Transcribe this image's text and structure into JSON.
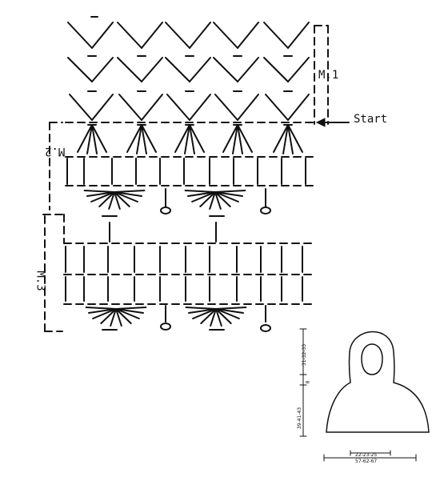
{
  "labels": {
    "m1": "M.1",
    "start": "Start",
    "m2": "M.2",
    "m3": "M.3"
  },
  "schematic": {
    "height_upper": "31-32-33",
    "height_mid": "8",
    "height_lower": "39-41-43",
    "width_top": "22-23-25",
    "width_bottom": "57-62-67"
  },
  "colors": {
    "ink": "#111111",
    "paper": "#ffffff"
  }
}
